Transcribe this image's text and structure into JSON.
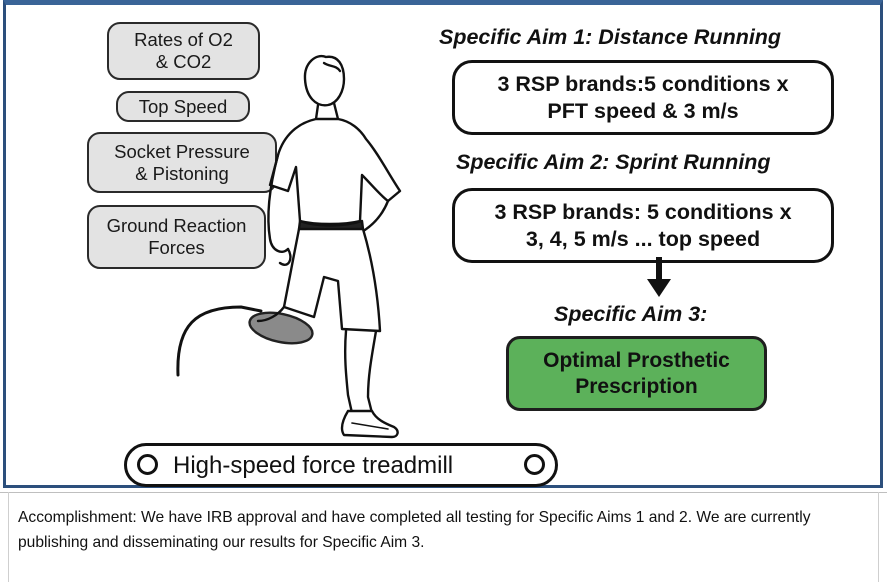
{
  "measures": {
    "o2_co2": "Rates of O2\n& CO2",
    "top_speed": "Top Speed",
    "socket": "Socket Pressure\n& Pistoning",
    "grf": "Ground Reaction\nForces"
  },
  "aims": {
    "aim1_title": "Specific Aim 1: Distance Running",
    "aim1_box": "3 RSP brands:5 conditions x\nPFT speed & 3 m/s",
    "aim2_title": "Specific Aim 2: Sprint Running",
    "aim2_box": "3 RSP brands: 5 conditions x\n3, 4, 5 m/s ... top speed",
    "aim3_title": "Specific Aim 3:",
    "aim3_box": "Optimal Prosthetic\nPrescription"
  },
  "treadmill": {
    "label": "High-speed force treadmill"
  },
  "caption": "Accomplishment: We  have IRB approval and have completed all testing for Specific Aims 1 and 2. We are currently publishing and disseminating our results for Specific Aim 3.",
  "colors": {
    "frame": "#2c4f7c",
    "green_box": "#5cb15a",
    "gray_box": "#e3e3e3"
  }
}
